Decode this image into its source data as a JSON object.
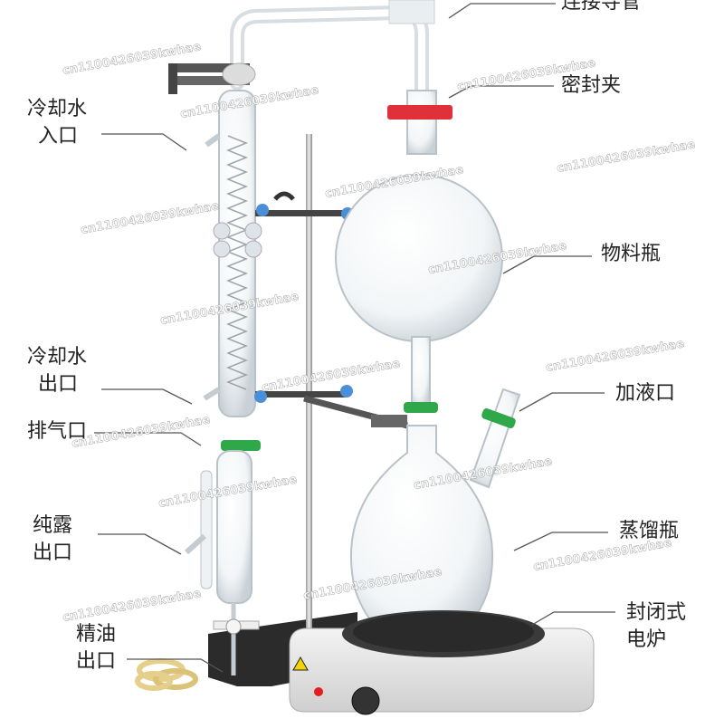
{
  "labels": {
    "connecting_tube": "连接导管",
    "seal_clamp": "密封夹",
    "cooling_water_inlet": [
      "冷却水",
      "入口"
    ],
    "material_flask": "物料瓶",
    "cooling_water_outlet": [
      "冷却水",
      "出口"
    ],
    "liquid_addition_port": "加液口",
    "exhaust_port": "排气口",
    "pure_dew_outlet": [
      "纯露",
      "出口"
    ],
    "distillation_flask": "蒸馏瓶",
    "essential_oil_outlet": [
      "精油",
      "出口"
    ],
    "enclosed_electric_stove": [
      "封闭式",
      "电炉"
    ]
  },
  "watermark": "cn1100426039kwhae",
  "colors": {
    "seal_clamp": "#e0303a",
    "green_clip": "#2fa84a",
    "knob_blue": "#4a8fd8",
    "leader_line": "#555555",
    "hotplate_body": "#e9e9e9",
    "hotplate_top": "#3a3a3a",
    "tubing": "#e6cf8a"
  }
}
